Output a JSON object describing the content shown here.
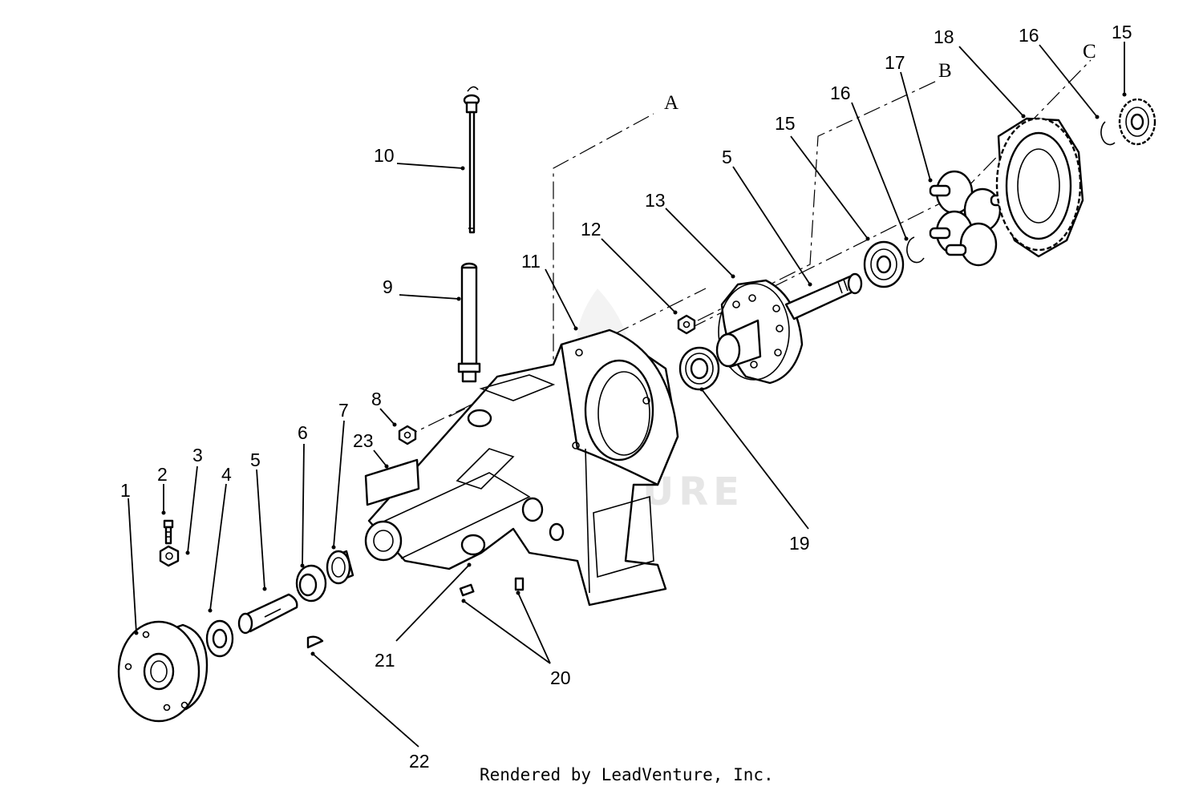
{
  "diagram": {
    "callouts": [
      "1",
      "2",
      "3",
      "4",
      "5",
      "6",
      "7",
      "8",
      "9",
      "10",
      "11",
      "12",
      "13",
      "5",
      "15",
      "16",
      "17",
      "18",
      "16",
      "15",
      "19",
      "20",
      "21",
      "22",
      "23"
    ],
    "axis_letters": [
      "A",
      "B",
      "C"
    ],
    "watermark": "LEADVENTURE",
    "footer": "Rendered by LeadVenture, Inc."
  }
}
